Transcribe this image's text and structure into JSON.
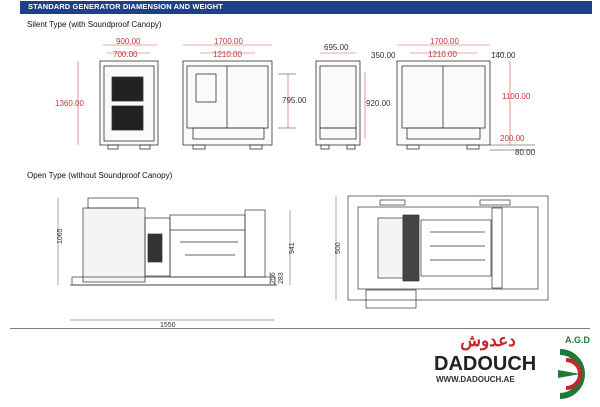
{
  "header": {
    "title": "STANDARD GENERATOR DIAMENSION AND WEIGHT"
  },
  "silent": {
    "label": "Silent Type (with Soundproof Canopy)",
    "dims": {
      "front_outer": "900.00",
      "front_inner": "700.00",
      "height_left": "1360.00",
      "side_outer": "1700.00",
      "side_inner": "1210.00",
      "side_height": "795.00",
      "end_outer": "695.00",
      "end_height": "920.00",
      "end_gap": "350.00",
      "rear_outer": "1700.00",
      "rear_inner": "1210.00",
      "rear_right": "140.00",
      "rear_height": "1100.00",
      "base_height": "200.00",
      "base_offset": "80.00"
    }
  },
  "open": {
    "label": "Open Type (without Soundproof Canopy)",
    "dims": {
      "length": "1550",
      "height_left": "1065",
      "height_right": "941",
      "small_a": "256",
      "small_b": "283",
      "top_width": "500"
    }
  },
  "logo": {
    "arabic": "دعدوش",
    "agd": "A.G.D",
    "brand": "DADOUCH",
    "url": "WWW.DADOUCH.AE",
    "red": "#c8262c",
    "green": "#1f7a3a"
  }
}
